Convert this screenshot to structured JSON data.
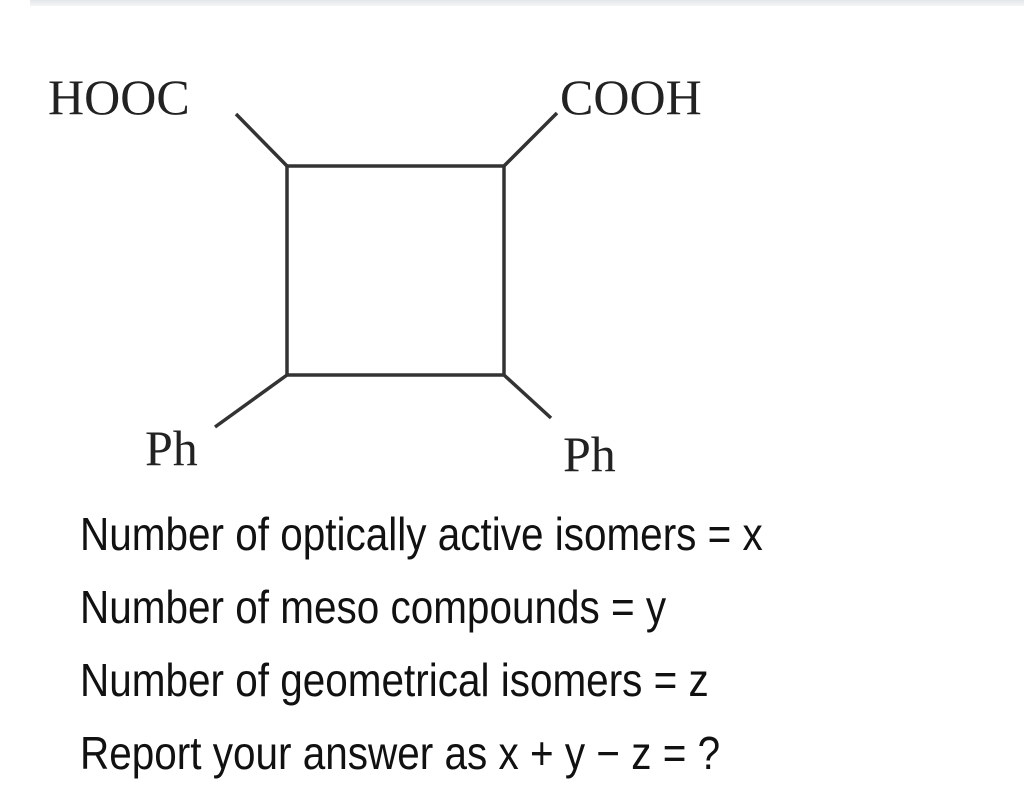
{
  "structure": {
    "ring": "cyclobutane",
    "substituents": {
      "top_left": "HOOC",
      "top_right": "COOH",
      "bottom_left": "Ph",
      "bottom_right": "Ph"
    }
  },
  "questions": [
    "Number of optically active isomers = x",
    "Number of meso compounds = y",
    "Number of geometrical isomers = z",
    "Report your answer as x + y − z = ?"
  ],
  "colors": {
    "text": "#111111",
    "bonds": "#333333",
    "background": "#ffffff"
  }
}
